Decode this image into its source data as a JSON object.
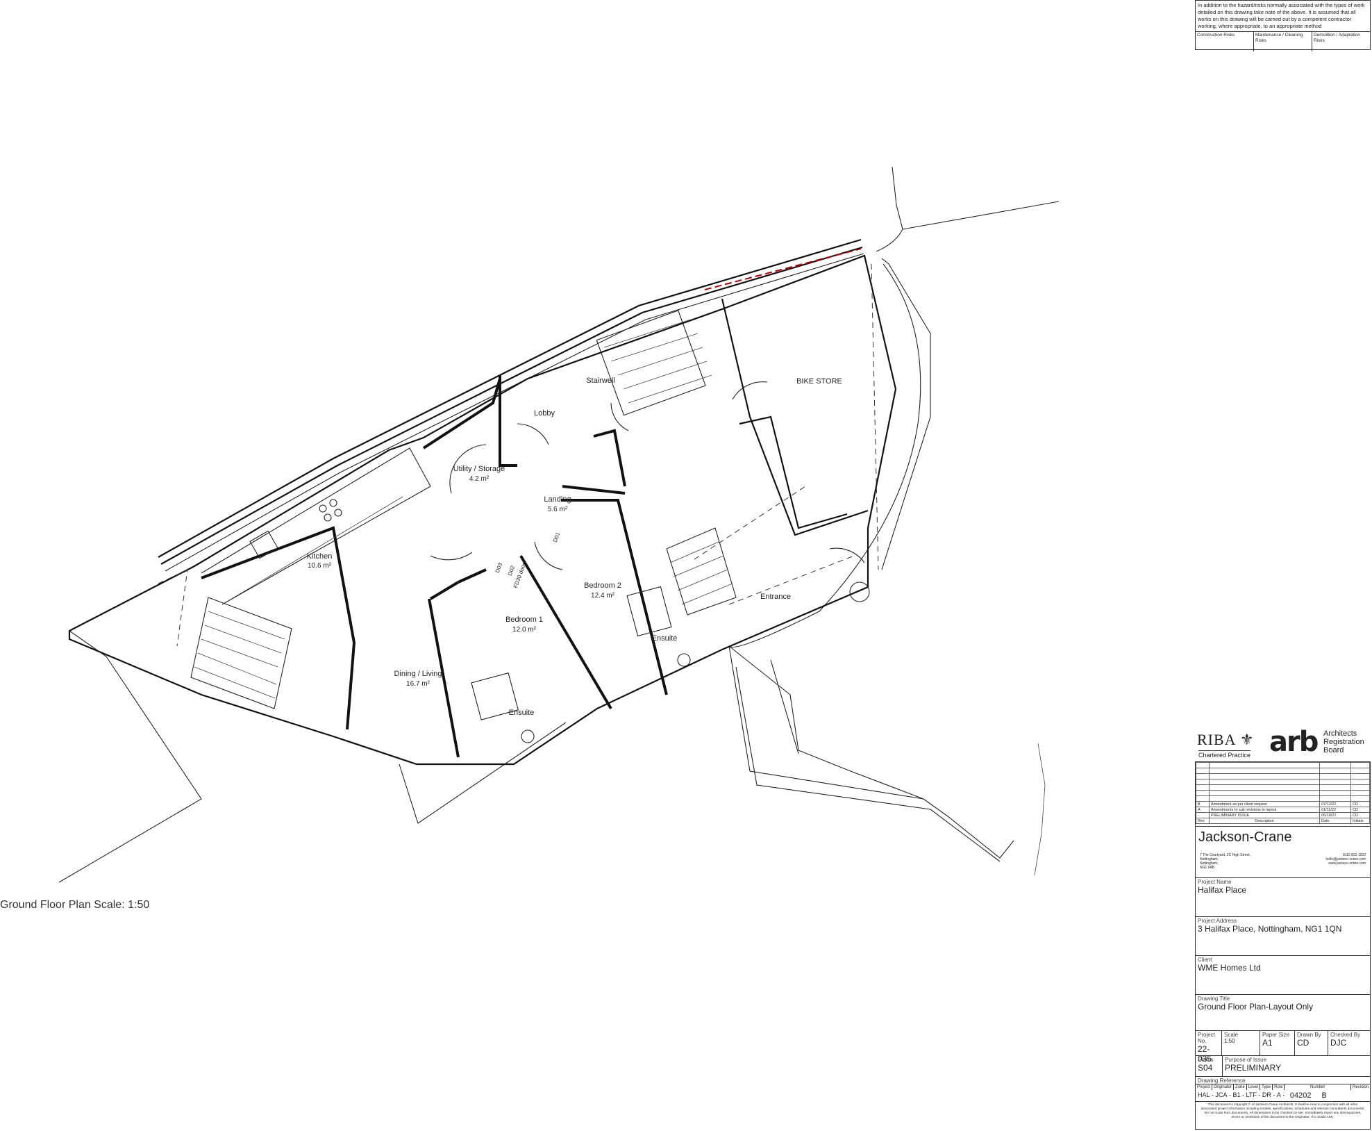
{
  "notes": {
    "text": "In addition to the hazard/risks normally associated with the types of work detailed on this drawing take note of the above. It is assumed that all works on this drawing will be carried out by a competent contractor working, where appropriate, to an appropriate method",
    "col1": "Construction Risks",
    "col2": "Maintenance / Cleaning Risks",
    "col3": "Demolition / Adaptation Risks"
  },
  "rooms": {
    "stairwell": "Stairwell",
    "bike_store": "BIKE STORE",
    "lobby": "Lobby",
    "utility": "Utility / Storage",
    "utility_area": "4.2 m²",
    "landing": "Landing",
    "landing_area": "5.6 m²",
    "kitchen": "Kitchen",
    "kitchen_area": "10.6 m²",
    "bedroom2": "Bedroom 2",
    "bedroom2_area": "12.4 m²",
    "bedroom1": "Bedroom 1",
    "bedroom1_area": "12.0 m²",
    "entrance": "Entrance",
    "ensuite": "Ensuite",
    "dining": "Dining / Living",
    "dining_area": "16.7 m²",
    "door_d01": "D01",
    "door_d02": "D02",
    "door_d03": "D03",
    "door_note": "FD30 door"
  },
  "caption": "Ground Floor Plan Scale: 1:50",
  "logos": {
    "riba": "RIBA",
    "riba_sub": "Chartered Practice",
    "arb_mark": "arb",
    "arb_line1": "Architects",
    "arb_line2": "Registration",
    "arb_line3": "Board"
  },
  "revisions": {
    "rows": [
      {
        "rev": "B",
        "desc": "Amendment as per client request",
        "date": "07/12/22",
        "init": "CD"
      },
      {
        "rev": "A",
        "desc": "Amendments to suit revisions to layout",
        "date": "01/11/22",
        "init": "CD"
      },
      {
        "rev": "-",
        "desc": "PRELIMINARY ISSUE",
        "date": "05/10/22",
        "init": "CD"
      }
    ],
    "header": {
      "rev": "Rev",
      "desc": "Description",
      "date": "Date",
      "init": "Initials"
    }
  },
  "company": {
    "name": "Jackson-Crane",
    "addr1": "7 The Courtyard, 2C High Street,",
    "addr2": "Nottingham,",
    "addr3": "Nottingham,",
    "addr4": "NG1 6AB",
    "tel": "0115 823 1022",
    "email": "hello@jackson-crane.com",
    "web": "www.jackson-crane.com"
  },
  "project_name": {
    "label": "Project Name",
    "value": "Halifax Place"
  },
  "project_address": {
    "label": "Project Address",
    "value": "3 Halifax Place, Nottingham, NG1 1QN"
  },
  "client": {
    "label": "Client",
    "value": "WME Homes Ltd"
  },
  "drawing_title": {
    "label": "Drawing Title",
    "value": "Ground Floor Plan-Layout Only"
  },
  "meta": {
    "project_no_label": "Project No.",
    "project_no": "22-035",
    "scale_label": "Scale",
    "scale": "1:50",
    "paper_label": "Paper Size",
    "paper": "A1",
    "drawn_label": "Drawn By",
    "drawn": "CD",
    "checked_label": "Checked By",
    "checked": "DJC"
  },
  "status": {
    "label": "Status",
    "value": "S04",
    "purpose_label": "Purpose of Issue",
    "purpose": "PRELIMINARY"
  },
  "drawing_reference": {
    "label": "Drawing Reference",
    "h_project": "Project",
    "h_originator": "Originator",
    "h_zone": "Zone",
    "h_level": "Level",
    "h_type": "Type",
    "h_role": "Role",
    "h_number": "Number",
    "h_revision": "Revision",
    "project": "HAL",
    "originator": "JCA",
    "zone": "B1",
    "level": "LTF",
    "type": "DR",
    "role": "A",
    "number": "04202",
    "revision": "B"
  },
  "disclaimer": "This document is copyright © of Jackson-Crane Architects. It shall be read in conjunction with all other associated project information including models, specifications, schedules and relevant consultants documents. Do not scale from documents. All dimensions to be checked on site. Immediately report any discrepancies, errors or omissions of the document to the Originator. If in doubt ASK."
}
